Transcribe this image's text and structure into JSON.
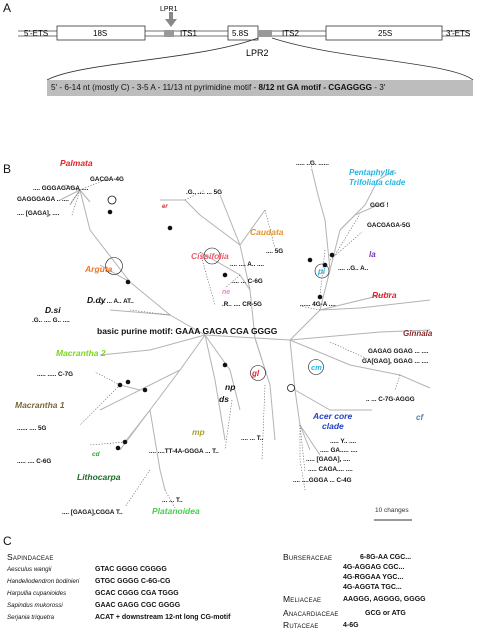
{
  "panel_a": {
    "letter": "A",
    "lpr1_label": "LPR1",
    "lpr2_label": "LPR2",
    "regions": [
      "5'-ETS",
      "18S",
      "ITS1",
      "5.8S",
      "ITS2",
      "25S",
      "3'-ETS"
    ],
    "motif_parts": {
      "plain": "5' - 6-14 nt (mostly C) - 3-5 A - 11/13 nt pyrimidine motif - ",
      "bold": "8/12 nt GA motif - CGAGGGG",
      "end": " - 3'"
    }
  },
  "panel_b": {
    "letter": "B",
    "center_label": "basic purine motif: GAAA GAGA CGA GGGG",
    "scale_label": "10 changes",
    "clades": {
      "palmata": "Palmata",
      "er": "er",
      "penta": "Pentaphylla-",
      "trifoliata": "Trifoliata clade",
      "caudata": "Caudata",
      "cissifolia": "Cissifolia",
      "la": "la",
      "arguta": "Arguta",
      "pi": "pi",
      "rubra": "Rubra",
      "ne": "ne",
      "dsi": "D.si",
      "ddy": "D.dy",
      "ginnala": "Ginnala",
      "macrantha2": "Macrantha 2",
      "gl": "gl",
      "np": "np",
      "ds": "ds",
      "cm": "cm",
      "macrantha1": "Macrantha 1",
      "mp": "mp",
      "acer1": "Acer core",
      "acer2": "clade",
      "cf": "cf",
      "cd": "cd",
      "lithocarpa": "Lithocarpa",
      "platanoidea": "Platanoidea"
    },
    "motif_labels": {
      "m1": "GACGA-4G",
      "m2": ".... GGGAGAGA ....",
      "m3": "GAGGGAGA .. ....",
      "m4": ".... [GAGA], ....",
      "m5": ".G.. .... ... 5G",
      "m6": "..... ..G. ......",
      "m7": "GGG !",
      "m8": "GACGAGA-5G",
      "m9": ".... 5G",
      "m10": ".... .... A.. ....",
      "m11": ".... ... C-6G",
      "m12": ".... ..G.. A..",
      "m13": ".... ... A.. AT..",
      "m14": ".G.. .... G.. ....",
      "m15": ".R.. .... CR-5G",
      "m16": "...... 4G-A ....",
      "m17": "GAGAG GGAG ... ....",
      "m18": "GA[GAG], GGAG ... ....",
      "m19": "..... ..... C-7G",
      "m20": "...... .... 5G",
      "m21": ".. ... C-7G-AGGG",
      "m22": "..... Y.. ....",
      "m23": "..... GA..... ....",
      "m24": "..... [GAGA], ....",
      "m25": "..... CAGA.... ....",
      "m26": ".... ....GGGA ... C-4G",
      "m27": ".... ....TT-4A-GGGA ... T..",
      "m28": ".... ... T..",
      "m29": "..... .... C-6G",
      "m30": ".... [GAGA],CGGA T..",
      "m31": "... ... T.."
    }
  },
  "panel_c": {
    "letter": "C",
    "left": [
      {
        "name": "Sapindaceae",
        "seq": "",
        "family": true
      },
      {
        "name": "Aesculus wangii",
        "seq": "GTAC GGGG CGGGG"
      },
      {
        "name": "Handeliodendron bodinieri",
        "seq": "GTGC GGGG C-6G-CG"
      },
      {
        "name": "Harpullia cupanioides",
        "seq": "GCAC CGGG CGA TGGG"
      },
      {
        "name": "Sapindus mukorossi",
        "seq": "GAAC GAGG CGC GGGG"
      },
      {
        "name": "Serjania triquetra",
        "seq": "ACAT + downstream 12-nt long CG-motif"
      }
    ],
    "right": [
      {
        "name": "Burseraceae",
        "seq": "6-8G-AA CGC..."
      },
      {
        "name": "",
        "seq": "4G-AGGAG CGC..."
      },
      {
        "name": "",
        "seq": "4G-RGGAA YGC..."
      },
      {
        "name": "",
        "seq": "4G-AGGTA TGC..."
      },
      {
        "name": "Meliaceae",
        "seq": "AAGGG, AGGGG, GGGG"
      },
      {
        "name": "Anacardiaceae",
        "seq": "GCG or ATG"
      },
      {
        "name": "Rutaceae",
        "seq": "4-6G"
      }
    ]
  }
}
